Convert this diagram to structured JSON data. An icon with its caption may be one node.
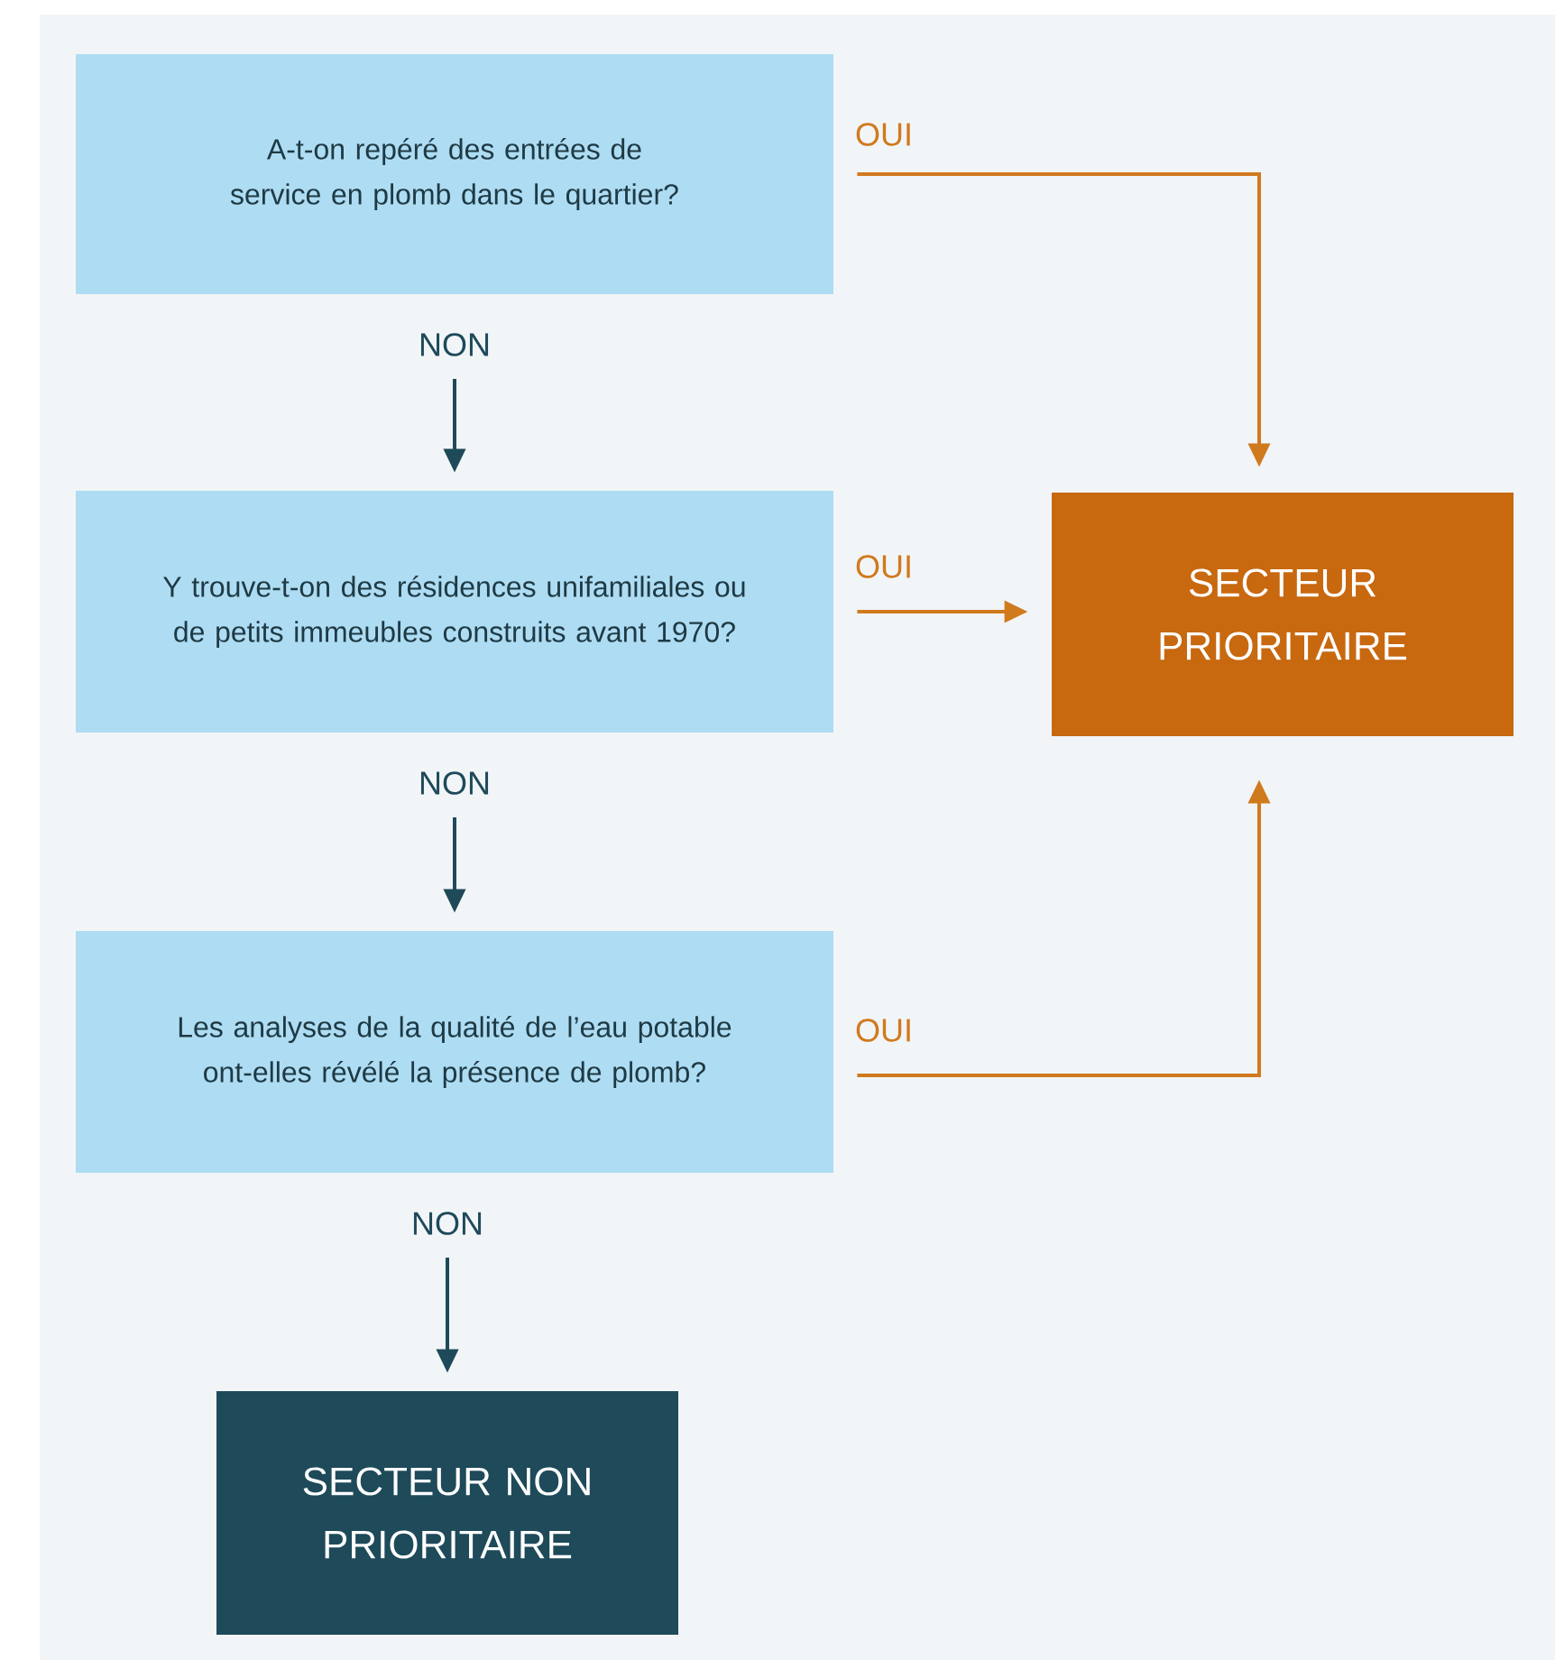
{
  "diagram": {
    "nodes": [
      {
        "text": [
          "A-t-on repéré des entrées de service en plomb dans le quartier?"
        ]
      },
      {
        "text": [
          "Y trouve-t-on des résidences unifamiliales ou de petits immeubles construits avant 1970?"
        ]
      },
      {
        "text": [
          "Les analyses de la qualité de l’eau potable ont-elles révélé la présence de plomb?"
        ]
      },
      {
        "text": [
          "SECTEUR PRIORITAIRE"
        ]
      },
      {
        "text": [
          "SECTEUR NON PRIORITAIRE"
        ]
      }
    ],
    "edges": [
      {
        "from": 0,
        "to": 3,
        "arrow": "to",
        "label": "OUI",
        "color": "#d07a1e"
      },
      {
        "from": 1,
        "to": 3,
        "arrow": "to",
        "label": "OUI",
        "color": "#d07a1e"
      },
      {
        "from": 2,
        "to": 3,
        "arrow": "to",
        "label": "OUI",
        "color": "#d07a1e"
      },
      {
        "from": 0,
        "to": 1,
        "arrow": "to",
        "label": "NON",
        "color": "#1e4a5a"
      },
      {
        "from": 1,
        "to": 2,
        "arrow": "to",
        "label": "NON",
        "color": "#1e4a5a"
      },
      {
        "from": 2,
        "to": 4,
        "arrow": "to",
        "label": "NON",
        "color": "#1e4a5a"
      }
    ]
  }
}
